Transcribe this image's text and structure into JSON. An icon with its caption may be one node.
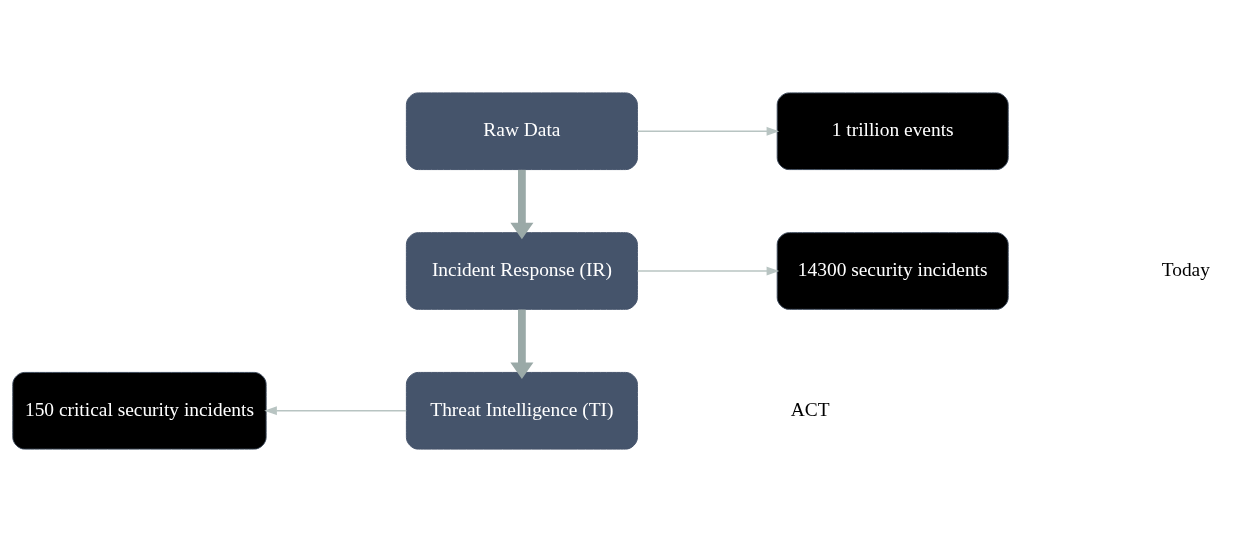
{
  "diagram": {
    "nodes": [
      {
        "text": [
          "150 critical security incidents"
        ]
      },
      {
        "text": [
          "Threat Intelligence (TI)"
        ]
      },
      {
        "text": [
          "14300 security incidents"
        ]
      },
      {
        "text": [
          "Incident Response (IR)"
        ]
      },
      {
        "text": [
          "1 trillion events"
        ]
      },
      {
        "text": [
          "Raw Data"
        ]
      }
    ],
    "edges": [
      {
        "from": 1,
        "to": 0,
        "arrow": "to"
      },
      {
        "from": 3,
        "to": 1,
        "arrow": "to",
        "style": "thick",
        "color": "#9aa9a7"
      },
      {
        "from": 3,
        "to": 2,
        "arrow": "to"
      },
      {
        "from": 5,
        "to": 3,
        "arrow": "to",
        "style": "thick",
        "color": "#9aa9a7"
      },
      {
        "from": 5,
        "to": 4,
        "arrow": "to"
      }
    ],
    "labels": [
      "ACT",
      "Today"
    ]
  }
}
